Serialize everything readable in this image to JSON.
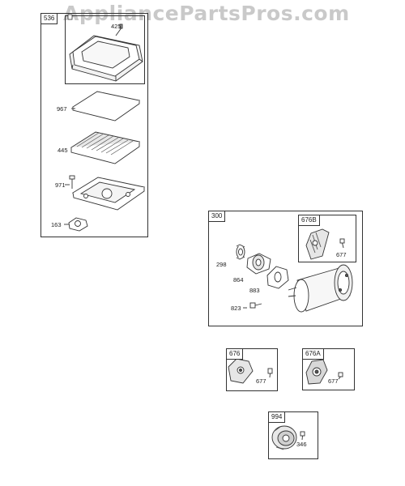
{
  "watermark": "AppliancePartsPros.com",
  "groups": {
    "g536": "536",
    "g300": "300",
    "g676B": "676B",
    "g676": "676",
    "g676A": "676A",
    "g994": "994"
  },
  "parts": {
    "p425": "425",
    "p967": "967",
    "p445": "445",
    "p971": "971",
    "p163": "163",
    "p298": "298",
    "p864": "864",
    "p883": "883",
    "p823": "823",
    "p677_b": "677",
    "p677_676": "677",
    "p677_676a": "677",
    "p346": "346"
  }
}
